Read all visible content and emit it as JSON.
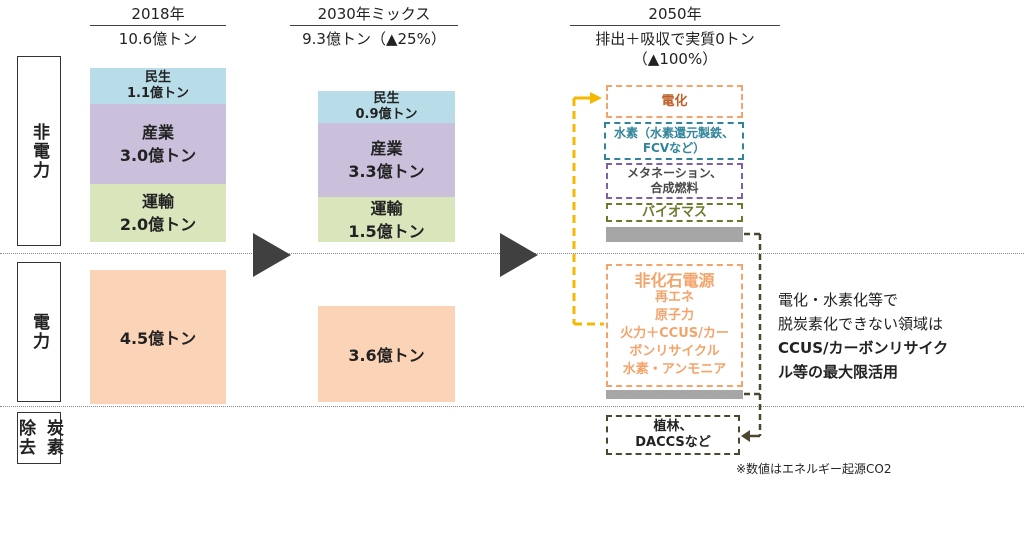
{
  "columns": {
    "y2018": {
      "year": "2018年",
      "total": "10.6億トン"
    },
    "y2030": {
      "year": "2030年ミックス",
      "total": "9.3億トン（▲25%）"
    },
    "y2050": {
      "year": "2050年",
      "total_line1": "排出＋吸収で実質0トン",
      "total_line2": "（▲100%）"
    }
  },
  "categories": {
    "non_power": "非電力",
    "power": "電力",
    "carbon_removal_a": "炭素",
    "carbon_removal_b": "除去"
  },
  "bars_2018": {
    "minsei": "民生\n1.1億トン",
    "sangyo": "産業\n3.0億トン",
    "unyu": "運輸\n2.0億トン",
    "power": "4.5億トン"
  },
  "bars_2030": {
    "minsei": "民生\n0.9億トン",
    "sangyo": "産業\n3.3億トン",
    "unyu": "運輸\n1.5億トン",
    "power": "3.6億トン"
  },
  "boxes_2050": {
    "denka": "電化",
    "suiso": "水素（水素還元製鉄、\nFCVなど）",
    "methanation": "メタネーション、\n合成燃料",
    "biomass": "バイオマス",
    "nonfossil_title": "非化石電源",
    "nonfossil_items": [
      "再エネ",
      "原子力",
      "火力＋CCUS/カー",
      "ボンリサイクル",
      "水素・アンモニア"
    ],
    "removal": "植林、\nDACCSなど"
  },
  "right_note": {
    "line1": "電化・水素化等で",
    "line2": "脱炭素化できない領域は",
    "line3": "CCUS/カーボンリサイク",
    "line4": "ル等の最大限活用"
  },
  "footnote": "※数値はエネルギー起源CO2",
  "colors": {
    "minsei": "#b9dde8",
    "sangyo": "#cbc0dc",
    "unyu": "#d9e5bb",
    "power": "#fbd4b8",
    "denka": "#f4a46b",
    "suiso": "#31849b",
    "methanation": "#7f5fa6",
    "biomass": "#6a7a2a",
    "nonfossil": "#f4a46b",
    "removal": "#4d4630",
    "arrow_yellow": "#f5b800"
  }
}
